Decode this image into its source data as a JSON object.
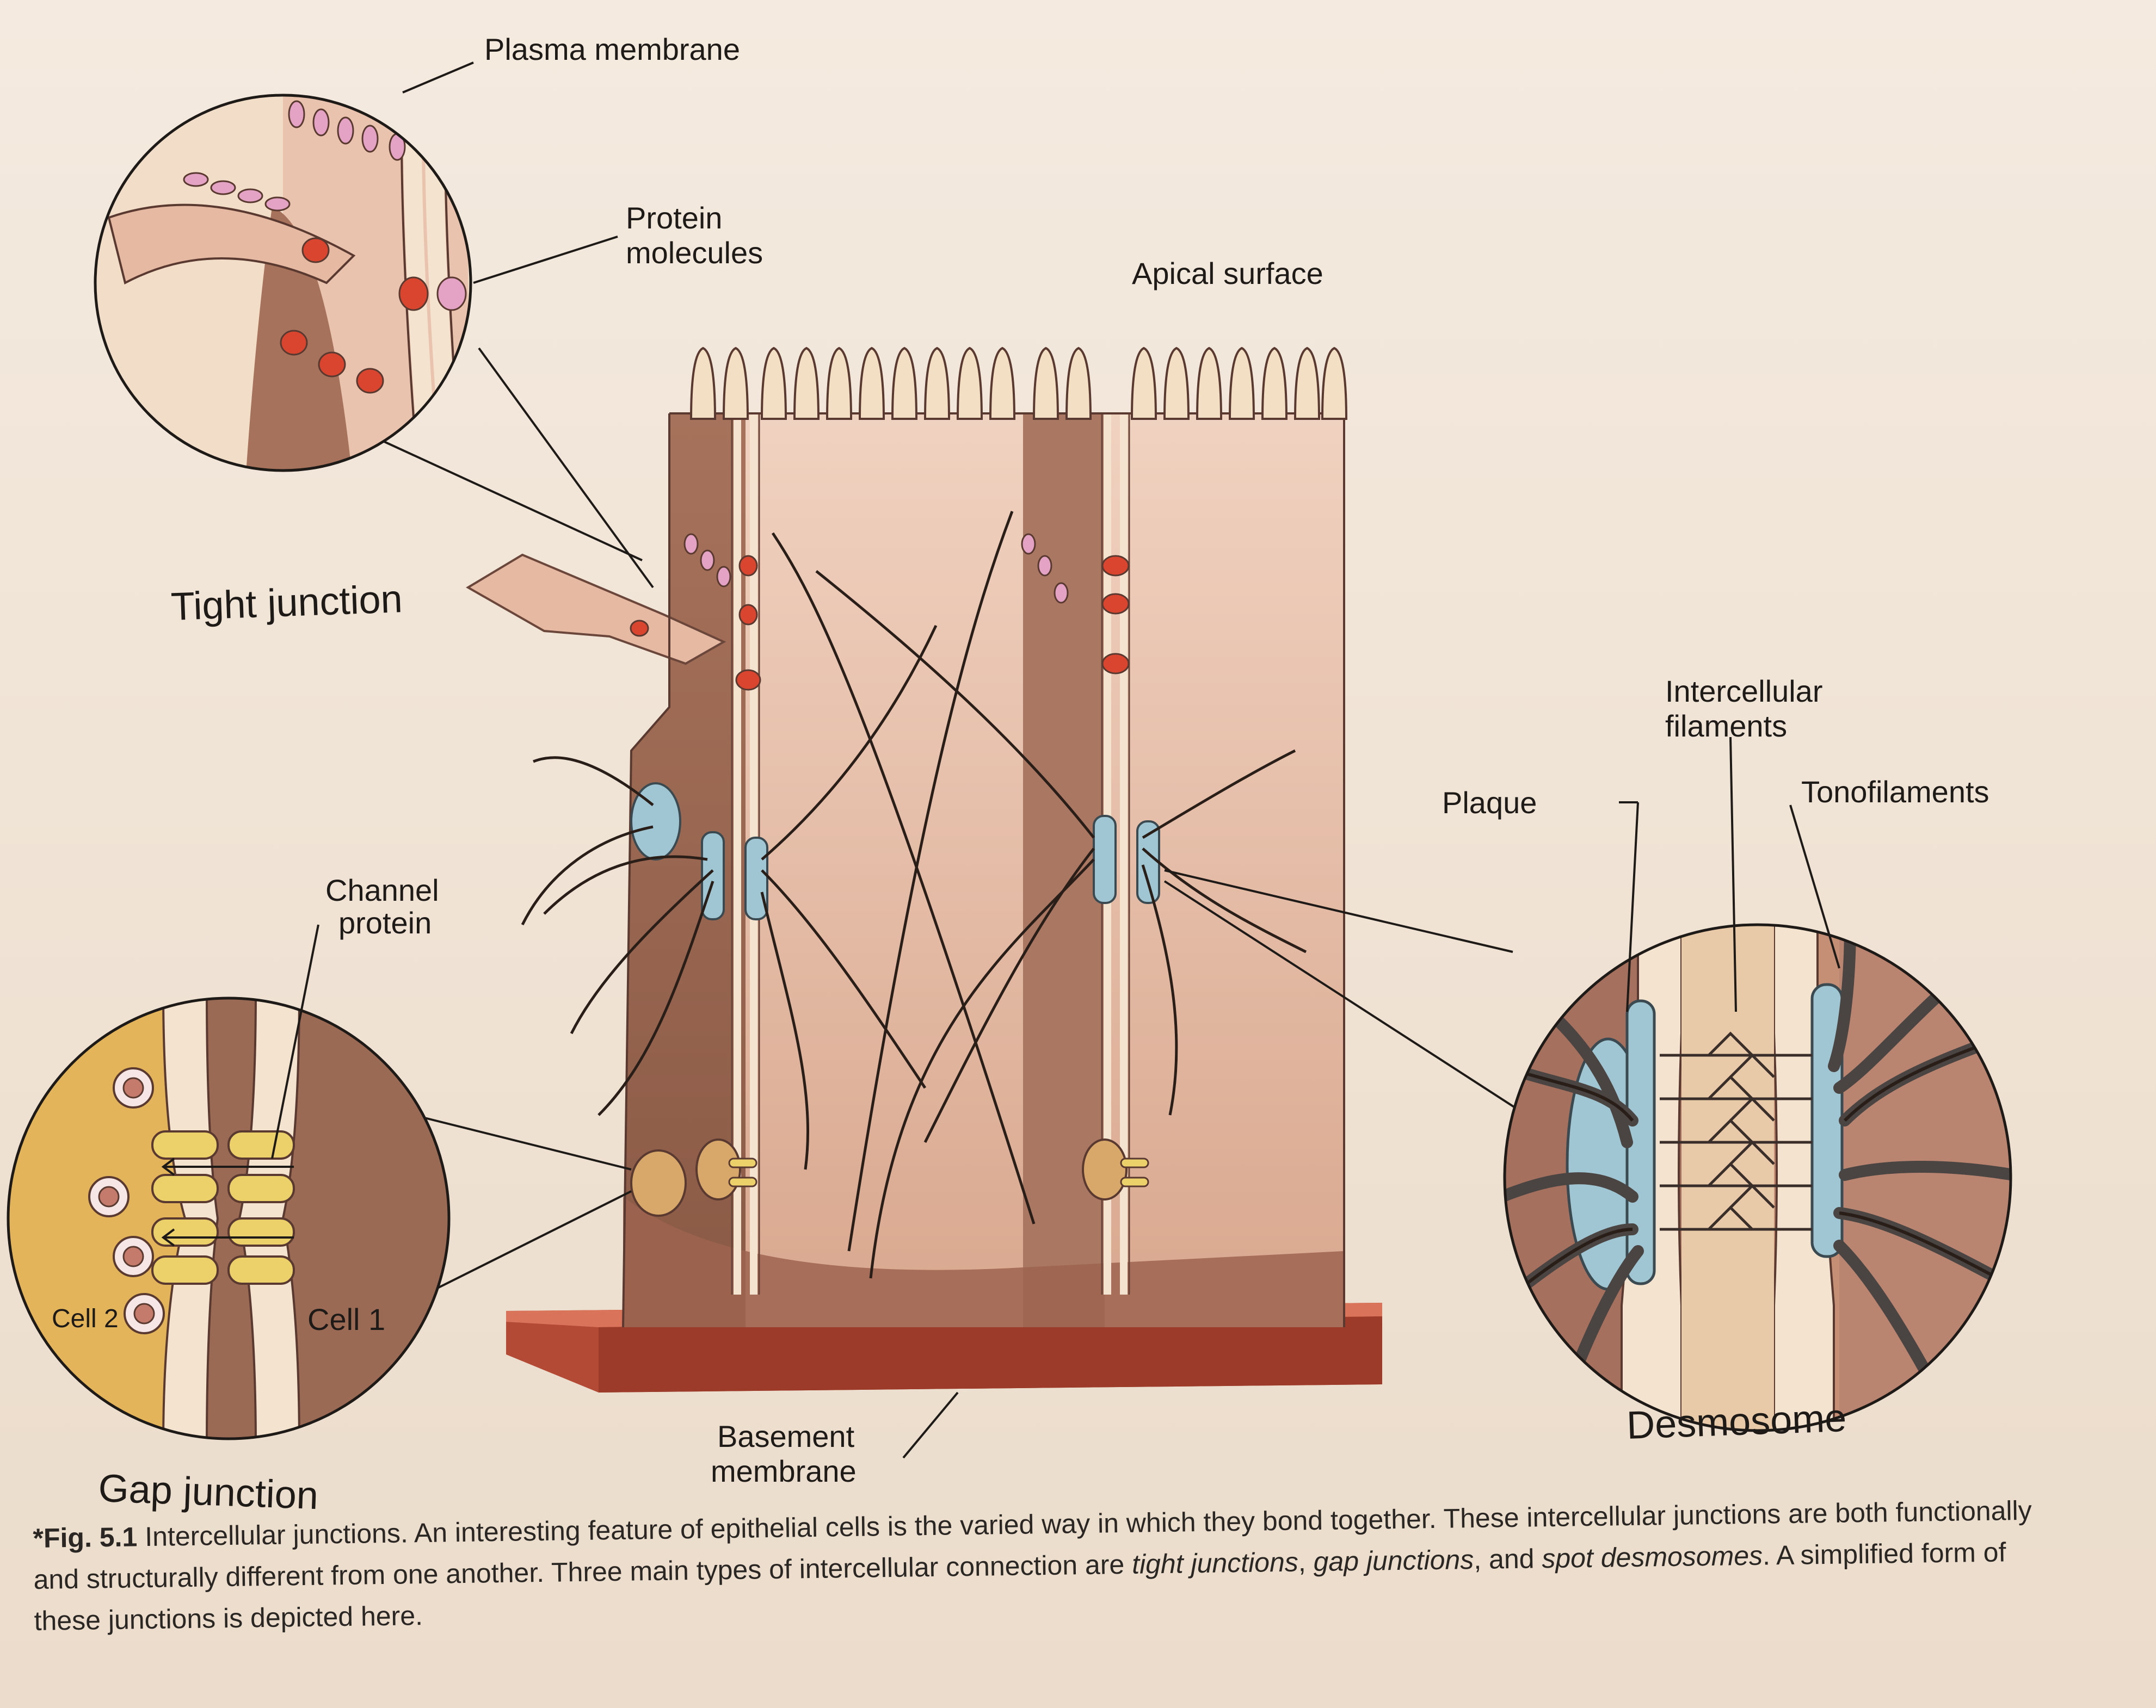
{
  "labels": {
    "plasma_membrane": "Plasma membrane",
    "protein_molecules_1": "Protein",
    "protein_molecules_2": "molecules",
    "tight_junction": "Tight junction",
    "apical_surface": "Apical surface",
    "channel_protein_1": "Channel",
    "channel_protein_2": "protein",
    "cell_2": "Cell 2",
    "cell_1": "Cell 1",
    "gap_junction": "Gap junction",
    "basement_membrane_1": "Basement",
    "basement_membrane_2": "membrane",
    "intercellular_filaments_1": "Intercellular",
    "intercellular_filaments_2": "filaments",
    "plaque": "Plaque",
    "tonofilaments": "Tonofilaments",
    "desmosome": "Desmosome"
  },
  "caption": {
    "fig_number": "*Fig. 5.1",
    "text_1": "Intercellular junctions. An interesting feature of epithelial cells is the varied way in which they bond together. These intercellular junctions are both functionally and structurally different from one another. Three main types of intercellular connection are ",
    "em_1": "tight junctions",
    "text_2": ", ",
    "em_2": "gap junctions",
    "text_3": ", and ",
    "em_3": "spot desmosomes",
    "text_4": ". A simplified form of these junctions is depicted here."
  },
  "colors": {
    "cell_dark": "#9c6b56",
    "cell_light": "#e9c3ae",
    "membrane": "#f1ddc4",
    "protein_red": "#d9452e",
    "protein_pink": "#e4a3c4",
    "gap_yellow": "#ecd16a",
    "plaque_blue": "#9fc6d2",
    "basement": "#b24a36",
    "filament": "#2a1e19"
  }
}
